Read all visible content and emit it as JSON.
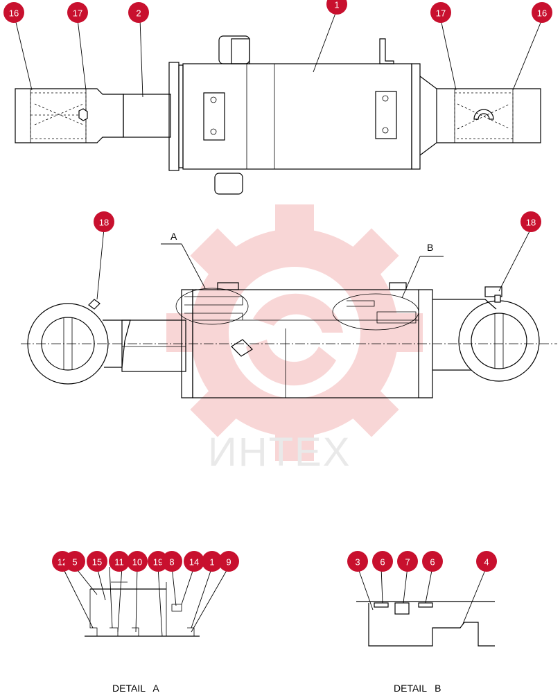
{
  "watermark": {
    "text": "ИНТЕХ",
    "color": "#f4b6b6"
  },
  "callout_color": "#c8102e",
  "callouts": [
    {
      "id": "c-1",
      "label": "1"
    },
    {
      "id": "c-2",
      "label": "2"
    },
    {
      "id": "c-16a",
      "label": "16"
    },
    {
      "id": "c-17a",
      "label": "17"
    },
    {
      "id": "c-17b",
      "label": "17"
    },
    {
      "id": "c-16b",
      "label": "16"
    },
    {
      "id": "c-18a",
      "label": "18"
    },
    {
      "id": "c-18b",
      "label": "18"
    },
    {
      "id": "c-12",
      "label": "12"
    },
    {
      "id": "c-5",
      "label": "5"
    },
    {
      "id": "c-15",
      "label": "15"
    },
    {
      "id": "c-11",
      "label": "11"
    },
    {
      "id": "c-10",
      "label": "10"
    },
    {
      "id": "c-19",
      "label": "19"
    },
    {
      "id": "c-8",
      "label": "8"
    },
    {
      "id": "c-14",
      "label": "14"
    },
    {
      "id": "c-13",
      "label": "1"
    },
    {
      "id": "c-9",
      "label": "9"
    },
    {
      "id": "c-3",
      "label": "3"
    },
    {
      "id": "c-6a",
      "label": "6"
    },
    {
      "id": "c-7",
      "label": "7"
    },
    {
      "id": "c-6b",
      "label": "6"
    },
    {
      "id": "c-4",
      "label": "4"
    }
  ],
  "detail_letters": {
    "a": "A",
    "b": "B"
  },
  "detail_titles": {
    "a": "DETAIL   A",
    "b": "DETAIL   B"
  }
}
